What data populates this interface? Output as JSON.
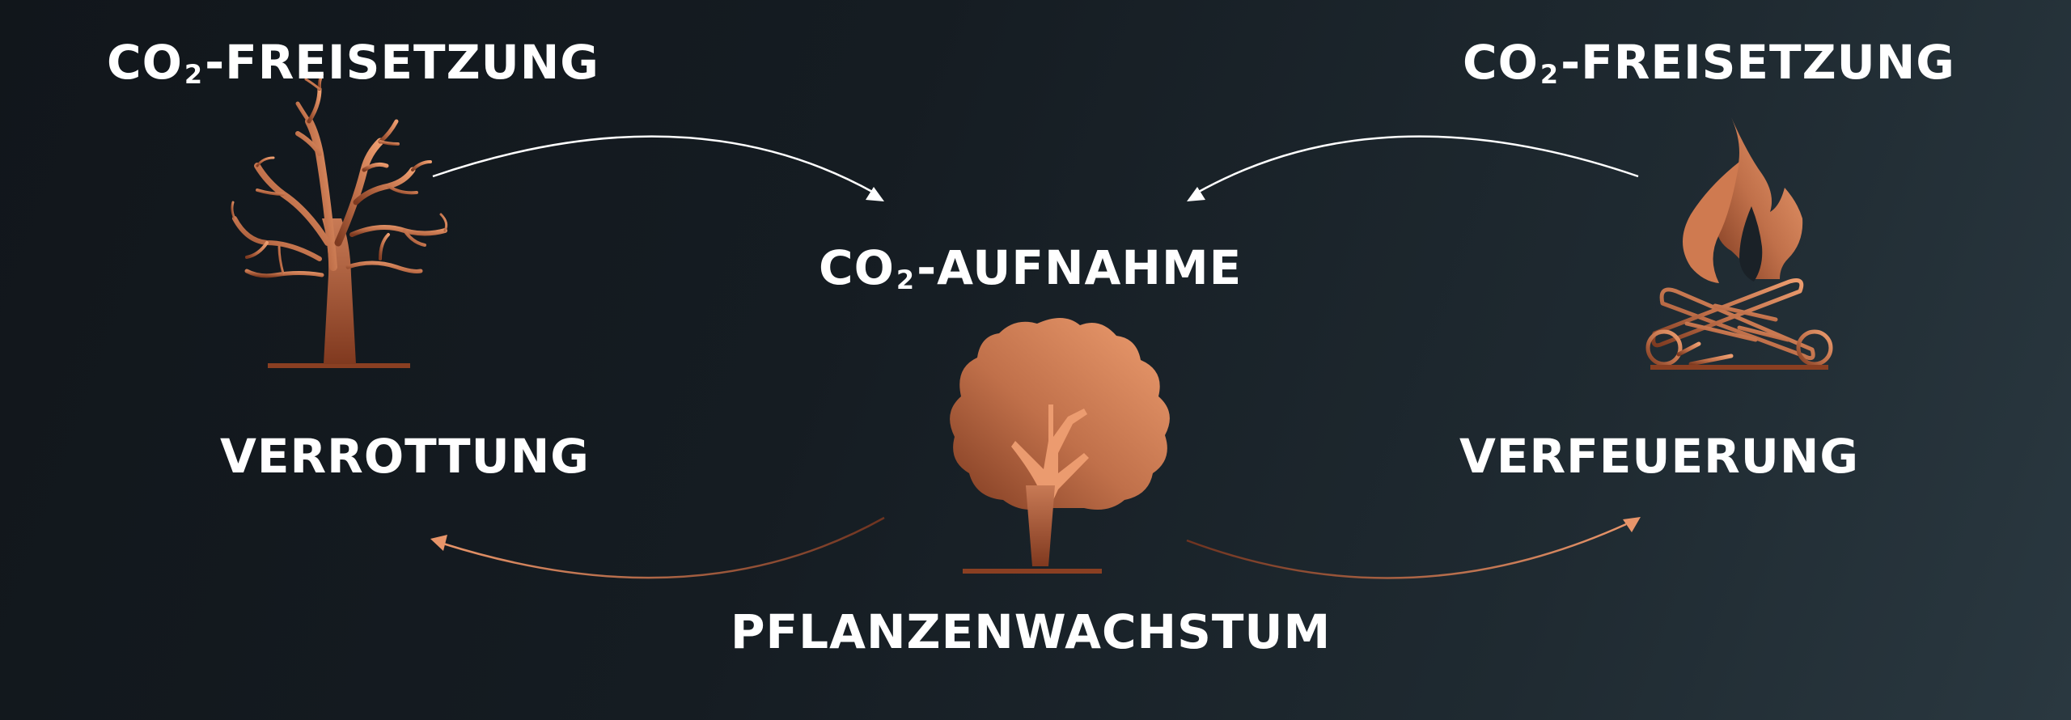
{
  "labels": {
    "co2_release_left_prefix": "CO",
    "co2_release_left_sub": "2",
    "co2_release_left_suffix": "-FREISETZUNG",
    "co2_release_right_prefix": "CO",
    "co2_release_right_sub": "2",
    "co2_release_right_suffix": "-FREISETZUNG",
    "co2_uptake_prefix": "CO",
    "co2_uptake_sub": "2",
    "co2_uptake_suffix": "-AUFNAHME",
    "rotting": "VERROTTUNG",
    "burning": "VERFEUERUNG",
    "plant_growth": "PFLANZENWACHSTUM"
  },
  "icons": {
    "left": "bare-tree-icon",
    "center": "leafy-tree-icon",
    "right": "campfire-icon"
  },
  "colors": {
    "text": "#ffffff",
    "accent_light": "#e8956a",
    "accent_dark": "#8a3f22",
    "arrow_white": "#ffffff"
  }
}
